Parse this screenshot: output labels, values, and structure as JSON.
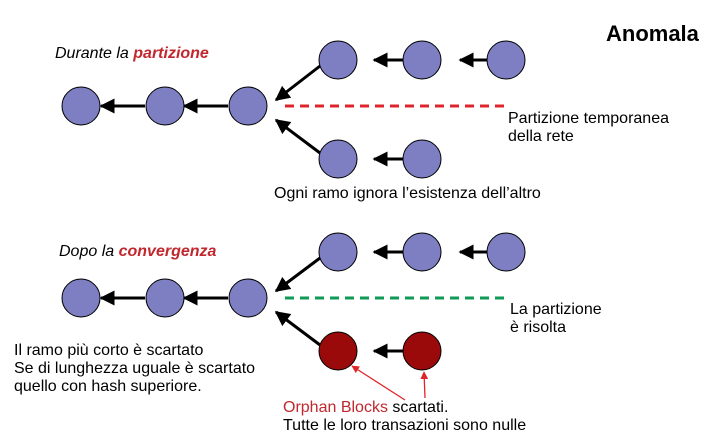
{
  "title": "Anomala",
  "colors": {
    "node": "#7d7fc2",
    "orphan": "#9b0a0a",
    "dash_partition": "#e0242c",
    "dash_resolved": "#0f9a55",
    "accent_text": "#c1272d",
    "arrow": "#000000"
  },
  "section1": {
    "heading_prefix": "Durante la ",
    "heading_highlight": "partizione",
    "partition_label_line1": "Partizione temporanea",
    "partition_label_line2": "della rete",
    "branch_note": "Ogni ramo ignora l’esistenza dell’altro"
  },
  "section2": {
    "heading_prefix": "Dopo la ",
    "heading_highlight": "convergenza",
    "resolved_label_line1": "La partizione",
    "resolved_label_line2": "è risolta",
    "rule_line1": "Il ramo più corto è scartato",
    "rule_line2": "Se di lunghezza uguale è scartato",
    "rule_line3": "quello con hash superiore.",
    "orphan_label_highlight": "Orphan Blocks",
    "orphan_label_rest": " scartati.",
    "orphan_line2": "Tutte le loro transazioni sono nulle"
  }
}
